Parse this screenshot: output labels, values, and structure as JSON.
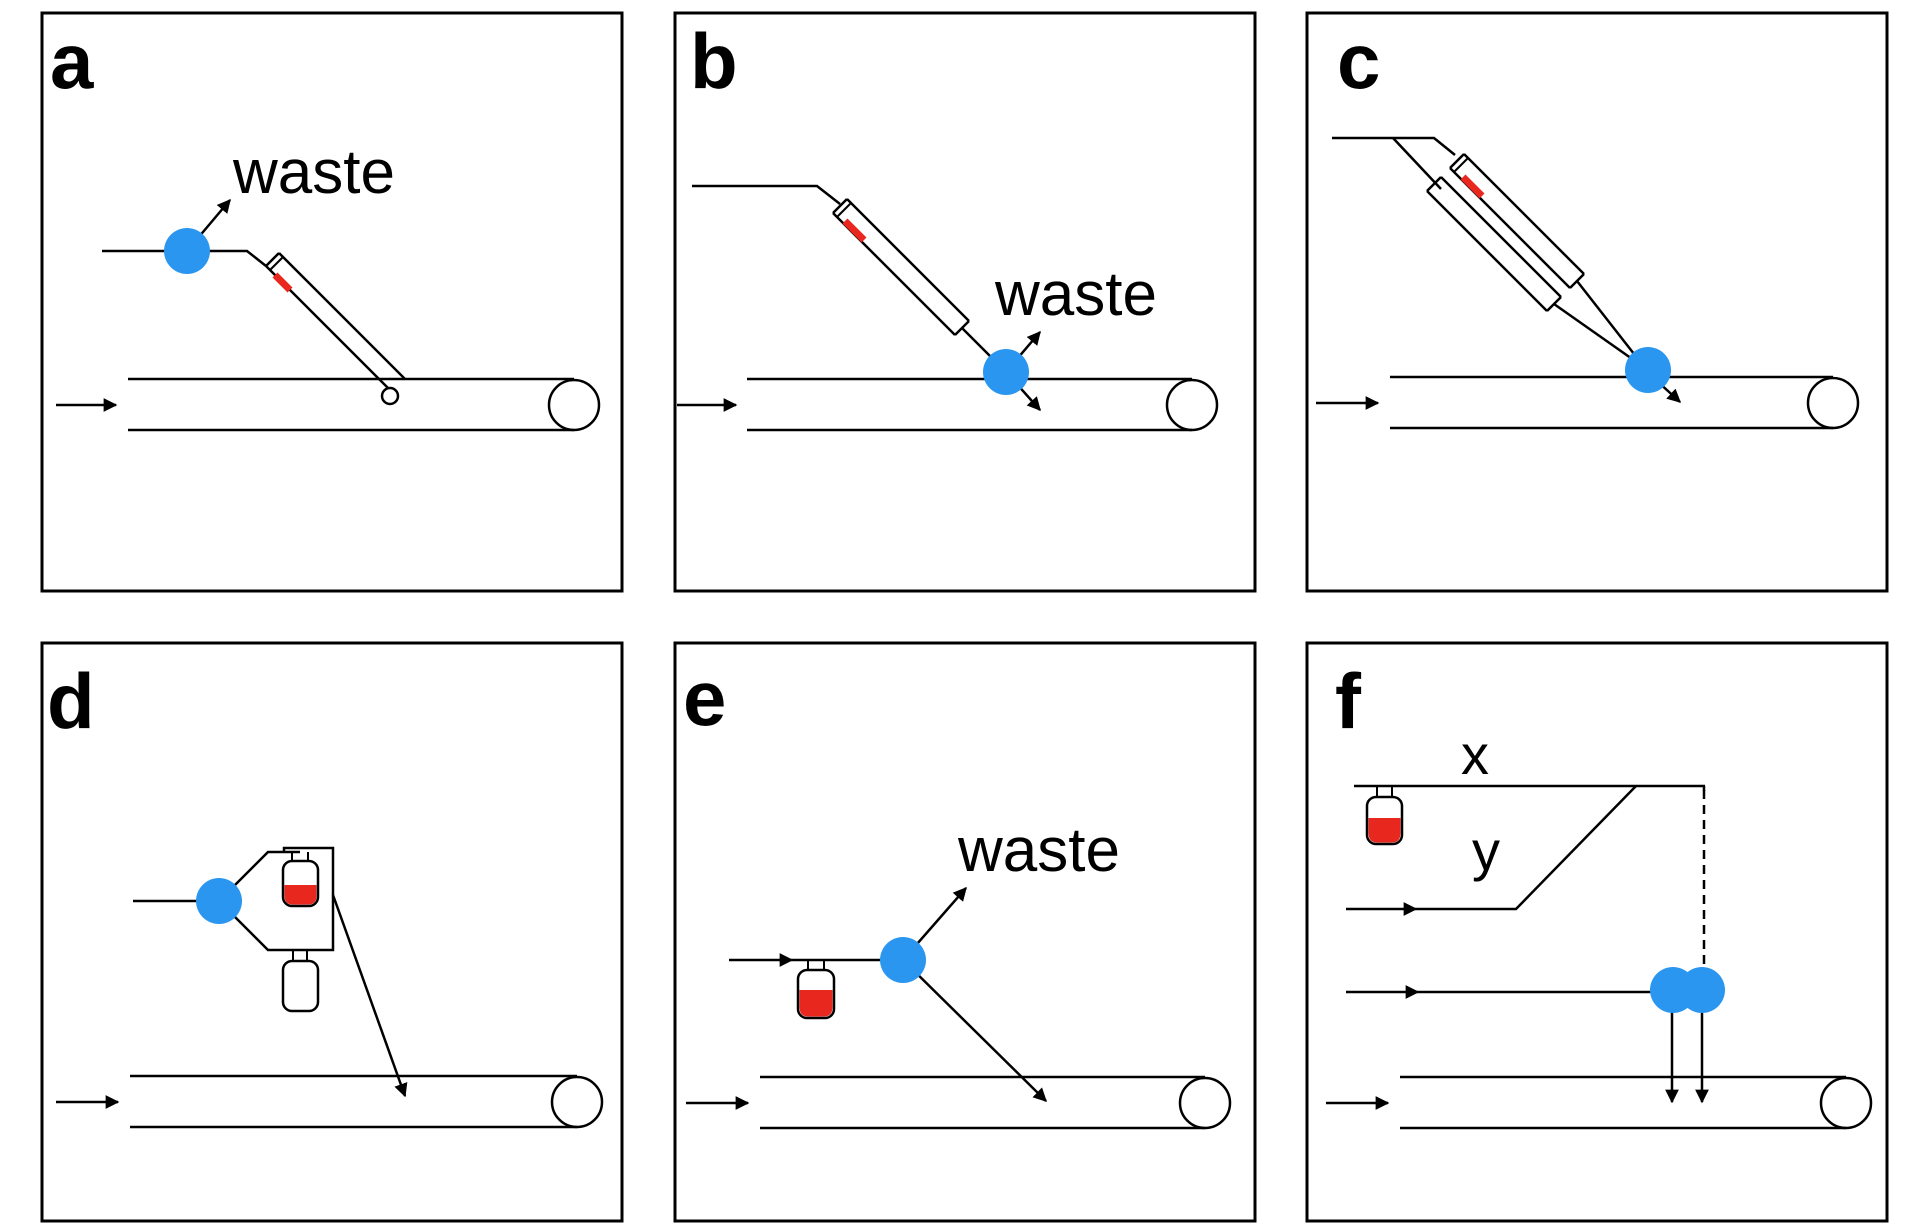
{
  "colors": {
    "valve": "#2a96f0",
    "blood": "#e8281e",
    "stroke": "#000000"
  },
  "panels": [
    {
      "label": "a",
      "text": "waste"
    },
    {
      "label": "b",
      "text": "waste"
    },
    {
      "label": "c"
    },
    {
      "label": "d"
    },
    {
      "label": "e",
      "text": "waste"
    },
    {
      "label": "f",
      "x_label": "x",
      "y_label": "y"
    }
  ]
}
